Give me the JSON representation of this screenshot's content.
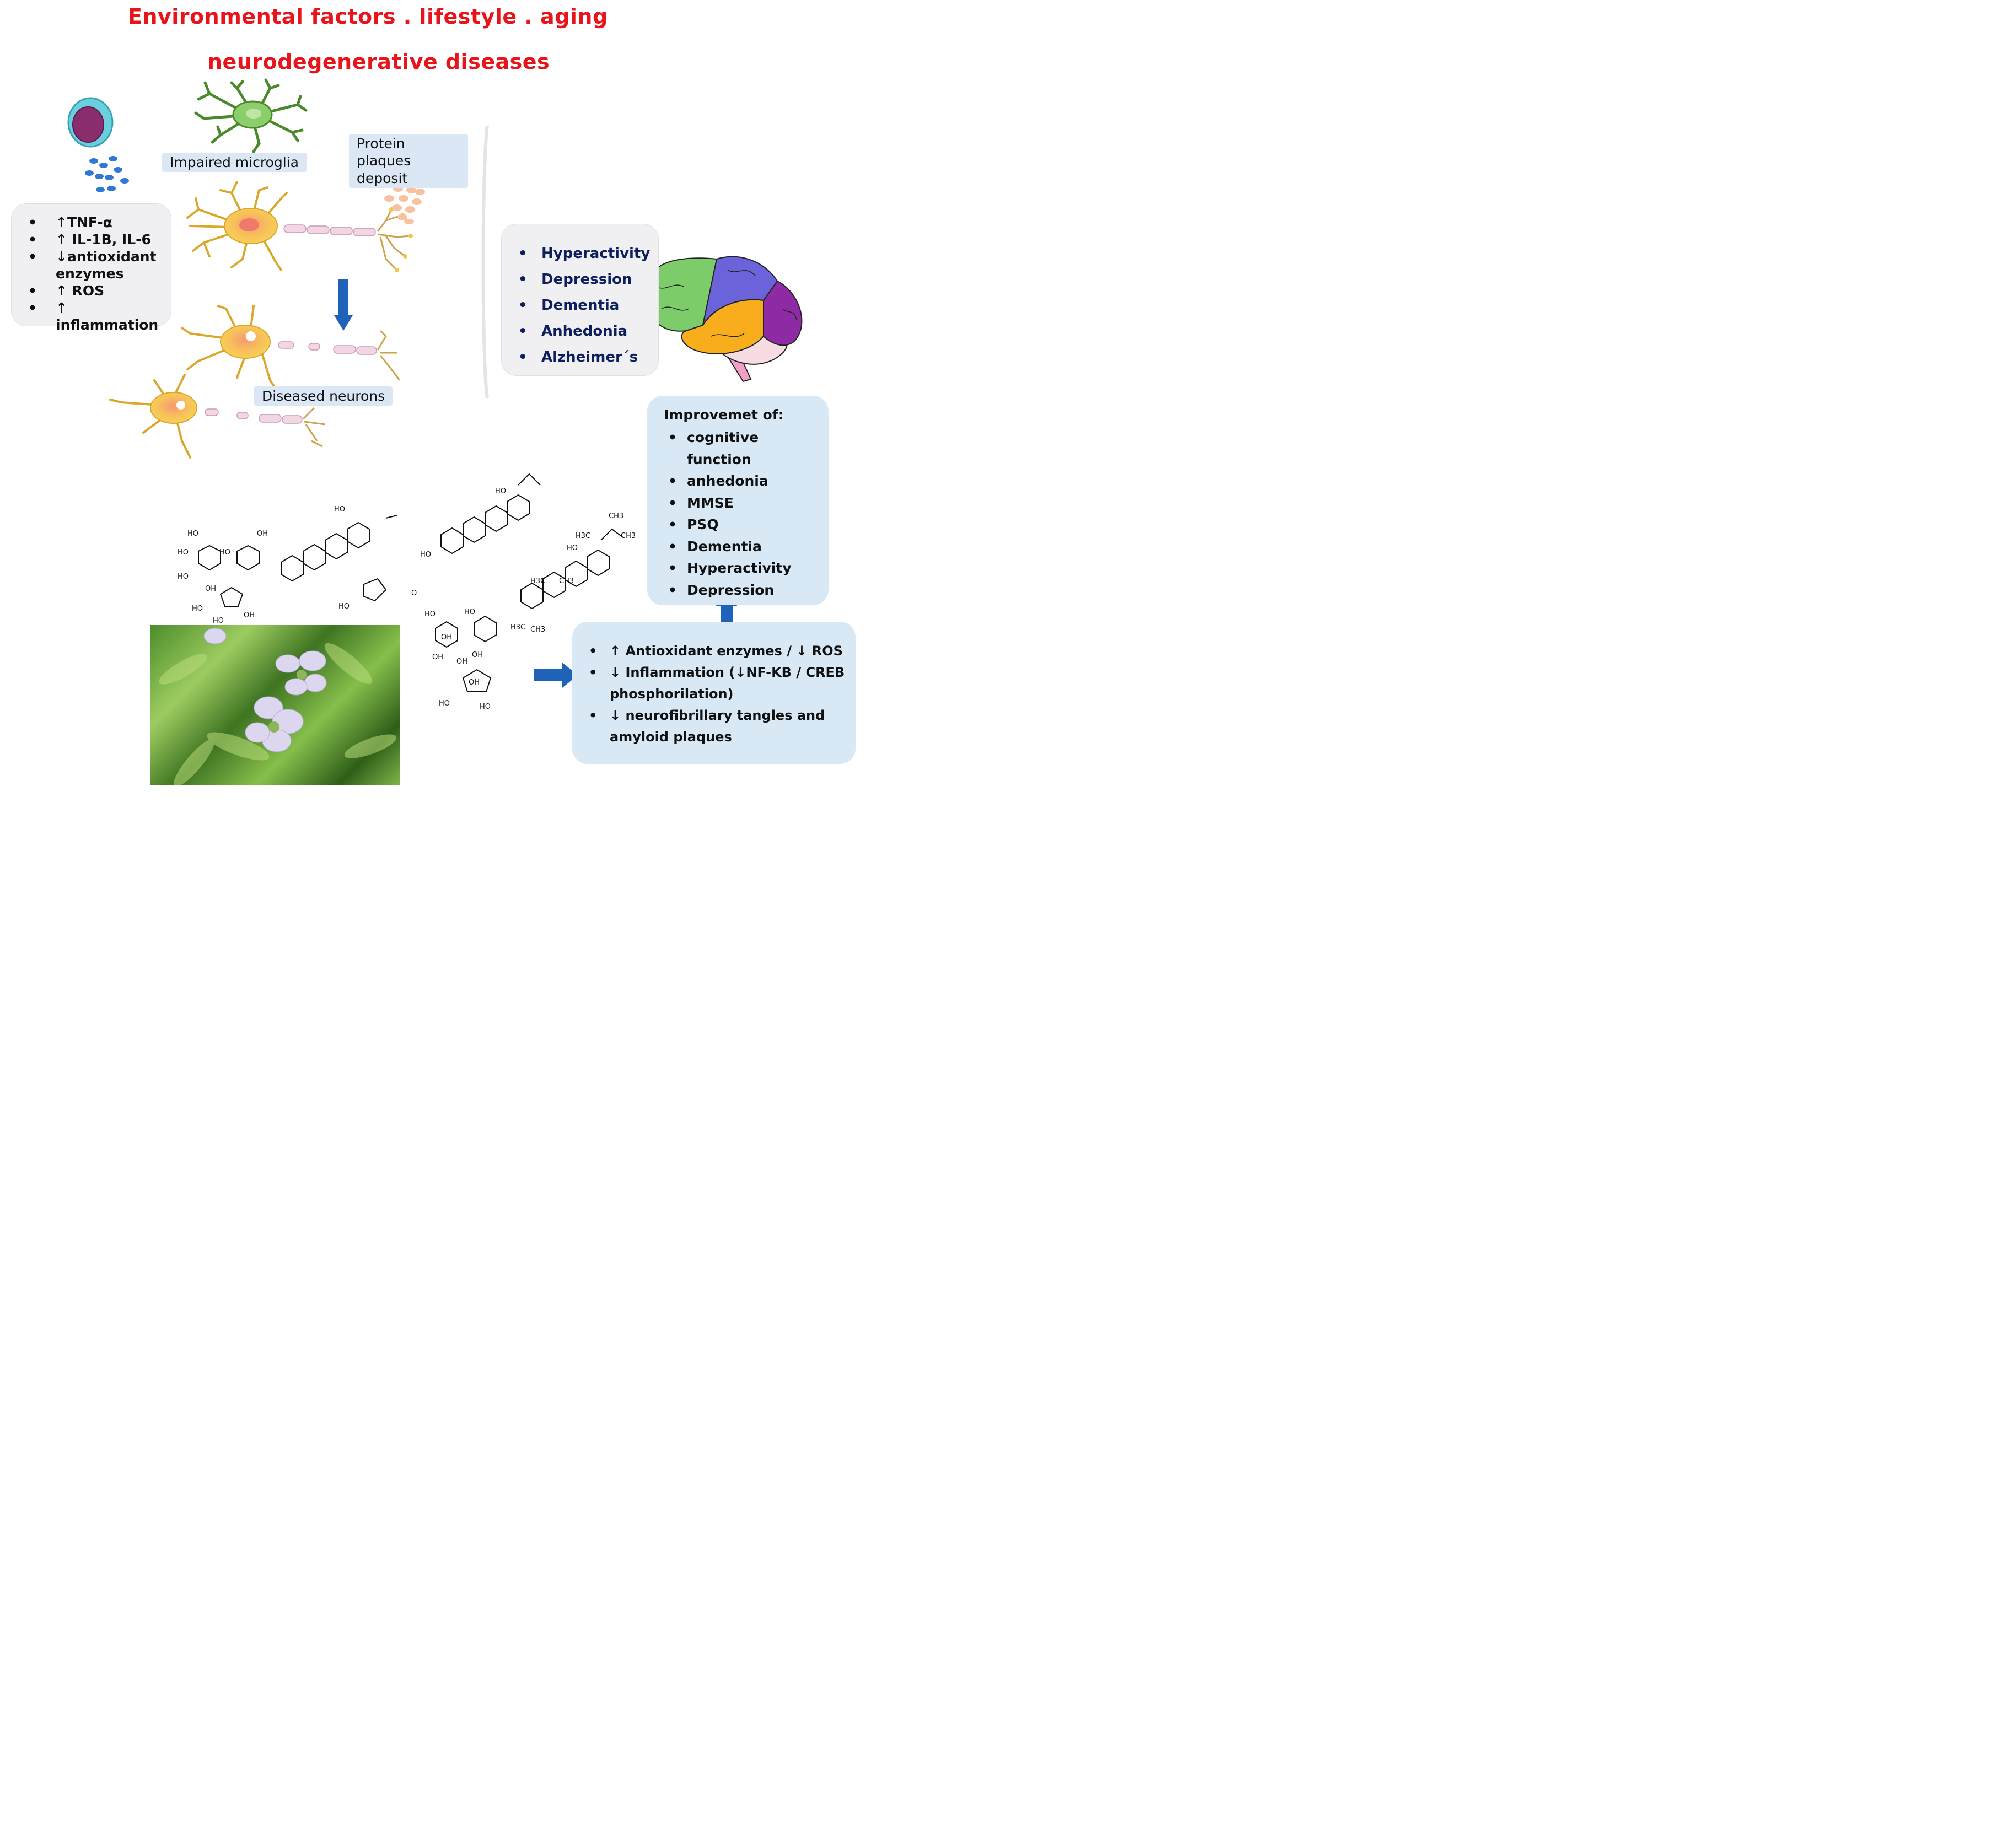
{
  "title": {
    "line1": "Environmental factors . lifestyle . aging",
    "line2": "neurodegenerative diseases"
  },
  "labels": {
    "microglia": "Impaired microglia",
    "plaques": "Protein plaques deposit",
    "diseased": "Diseased neurons"
  },
  "cytokine_box": {
    "items": [
      "↑TNF-α",
      "↑ IL-1B, IL-6",
      "↓antioxidant enzymes",
      "↑ ROS",
      "↑ inflammation"
    ]
  },
  "symptom_box": {
    "items": [
      "Hyperactivity",
      "Depression",
      "Dementia",
      "Anhedonia",
      "Alzheimer´s"
    ]
  },
  "improvement_box": {
    "heading": "Improvemet of:",
    "items": [
      "cognitive function",
      "anhedonia",
      "MMSE",
      "PSQ",
      "Dementia",
      "Hyperactivity",
      "Depression"
    ]
  },
  "effects_box": {
    "items": [
      "↑ Antioxidant enzymes / ↓ ROS",
      "↓ Inflammation (↓NF-KB / CREB phosphorilation)",
      "↓ neurofibrillary tangles and amyloid plaques"
    ]
  },
  "colors": {
    "title_red": "#e8141b",
    "label_blue": "#dbe7f5",
    "box_blue": "#d8e8f4",
    "box_grey": "#f0f0f2",
    "arrow_blue": "#1f63b8",
    "symptom_text": "#0d1f5c",
    "neuron_yellow": "#f6d25a",
    "microglia_green": "#7fbf4d"
  },
  "icons": [
    "immune-cell-icon",
    "microglia-icon",
    "neuron-icon",
    "brain-icon",
    "plant-photo",
    "molecule-structure"
  ]
}
